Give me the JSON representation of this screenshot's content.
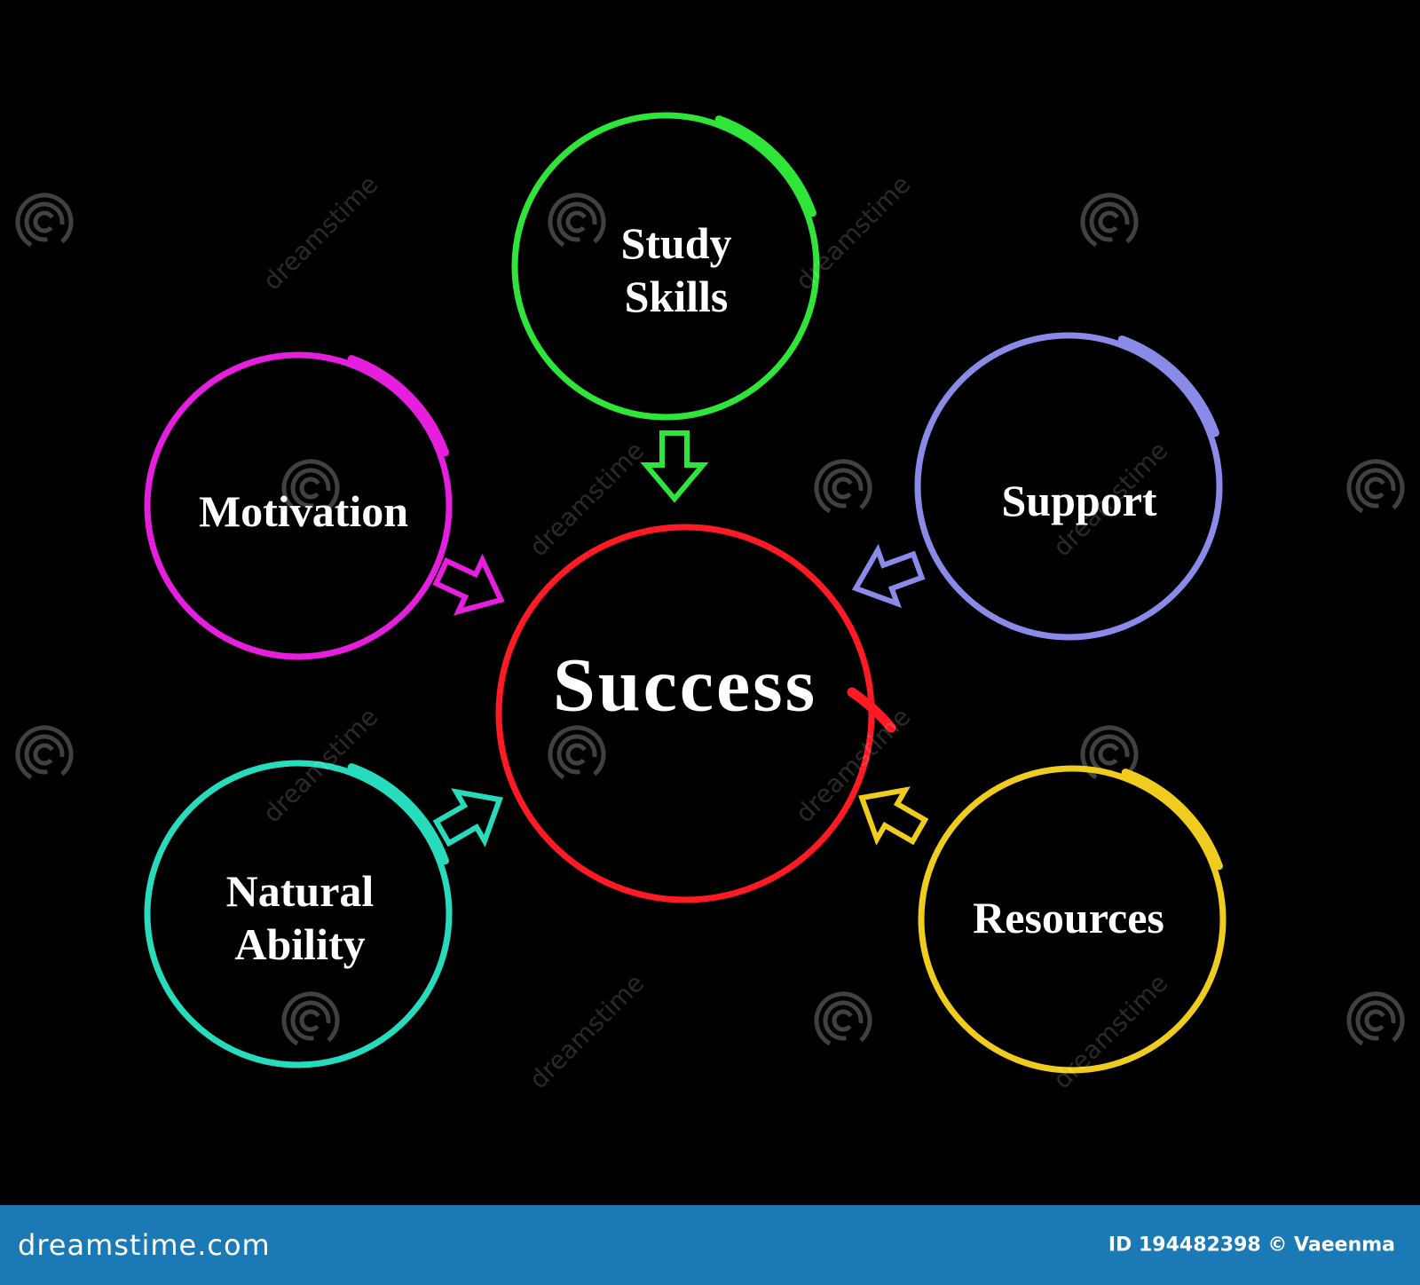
{
  "diagram": {
    "center": {
      "label": [
        "Success"
      ],
      "color": "#ff1a24"
    },
    "nodes": [
      {
        "id": "study-skills",
        "label": [
          "Study",
          "Skills"
        ],
        "color": "#2fe53a"
      },
      {
        "id": "motivation",
        "label": [
          "Motivation"
        ],
        "color": "#e61ede"
      },
      {
        "id": "support",
        "label": [
          "Support"
        ],
        "color": "#8a8ae8"
      },
      {
        "id": "natural-ability",
        "label": [
          "Natural",
          "Ability"
        ],
        "color": "#26dcbc"
      },
      {
        "id": "resources",
        "label": [
          "Resources"
        ],
        "color": "#f0cc1e"
      }
    ]
  },
  "watermark": {
    "text": "dreamstime",
    "icon": "spiral-icon"
  },
  "footer": {
    "logo": "dreamstime.com",
    "credit": "ID 194482398 © Vaeenma",
    "background": "#1b7ab5"
  }
}
